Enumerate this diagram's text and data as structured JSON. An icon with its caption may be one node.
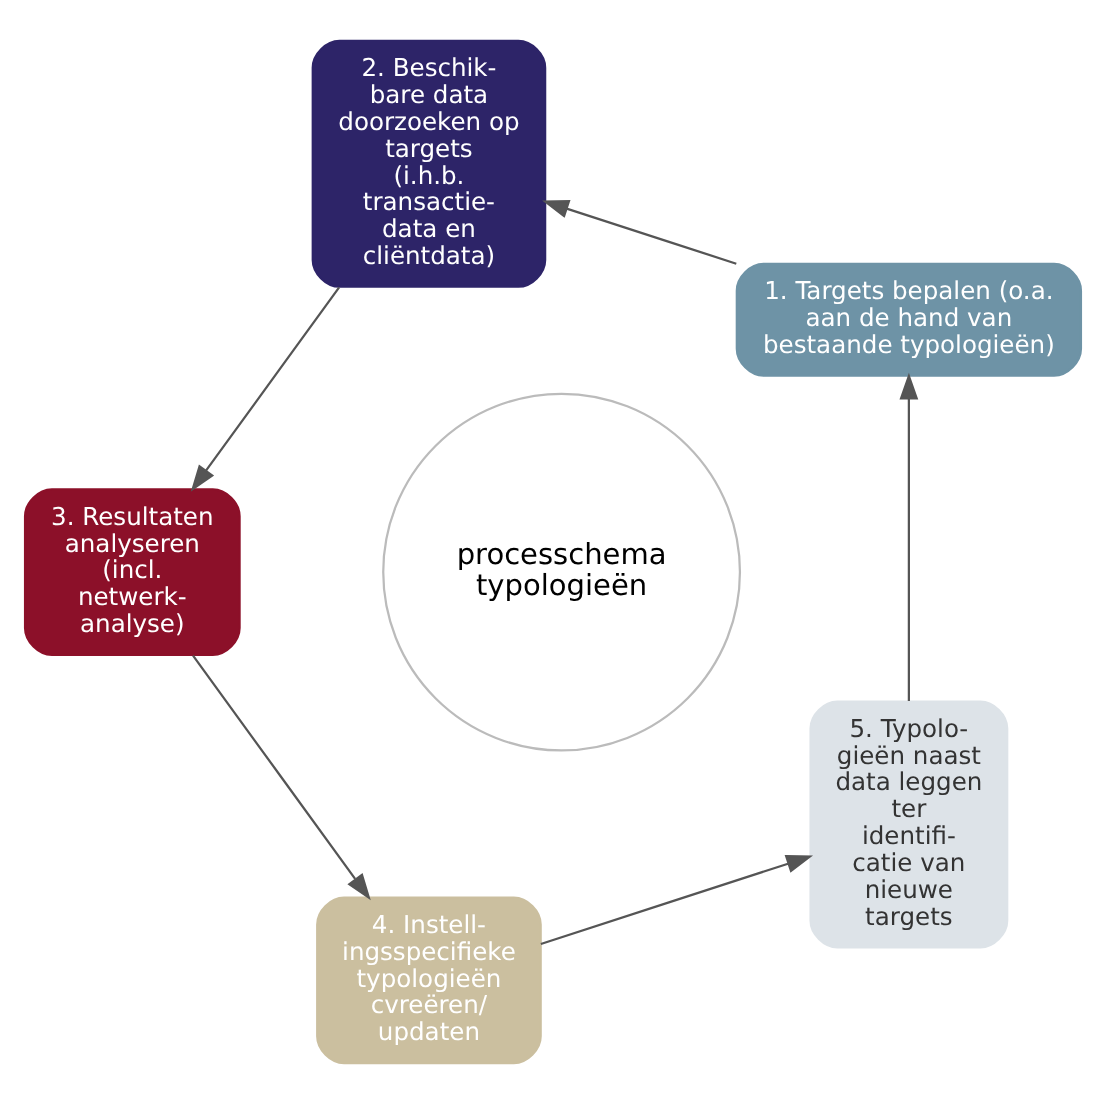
{
  "diagram": {
    "nodes": [
      {
        "text": [
          "1. Targets bepalen (o.a. aan de hand van bestaande typologieën)"
        ]
      },
      {
        "text": [
          "2. Beschik- bare data doorzoeken op targets (i.h.b. transactie- data en cliëntdata)"
        ]
      },
      {
        "text": [
          "3. Resultaten analyseren (incl. netwerk- analyse)"
        ]
      },
      {
        "text": [
          "4. Instell- ingsspecifieke typologieën cvreëren/ updaten"
        ]
      },
      {
        "text": [
          "5. Typolo- gieën naast data leggen ter identifi- catie van nieuwe targets"
        ]
      },
      {
        "text": [
          "processchema typologieën"
        ]
      }
    ],
    "edges": [
      {
        "from": 0,
        "to": 1,
        "arrow": "to"
      },
      {
        "from": 1,
        "to": 2,
        "arrow": "to"
      },
      {
        "from": 2,
        "to": 3,
        "arrow": "to"
      },
      {
        "from": 3,
        "to": 4,
        "arrow": "to"
      },
      {
        "from": 4,
        "to": 0,
        "arrow": "to"
      }
    ]
  }
}
